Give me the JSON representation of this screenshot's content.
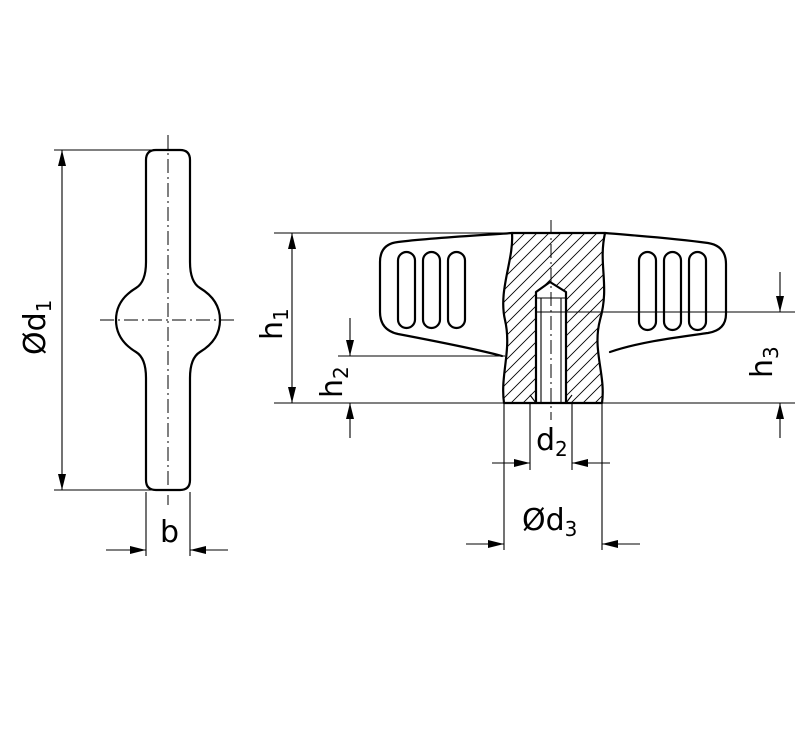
{
  "drawing": {
    "labels": {
      "d1": {
        "main": "Ød",
        "sub": "1"
      },
      "b": {
        "main": "b"
      },
      "h1": {
        "main": "h",
        "sub": "1"
      },
      "h2": {
        "main": "h",
        "sub": "2"
      },
      "h3": {
        "main": "h",
        "sub": "3"
      },
      "d2": {
        "main": "d",
        "sub": "2"
      },
      "d3": {
        "main": "Ød",
        "sub": "3"
      }
    },
    "colors": {
      "line": "#000000",
      "background": "#ffffff"
    }
  }
}
